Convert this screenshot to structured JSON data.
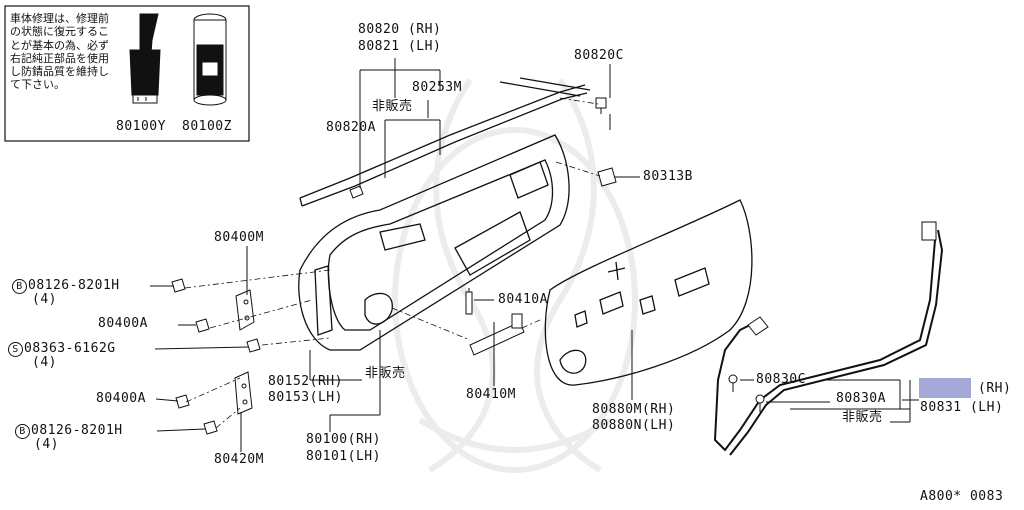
{
  "notice_box": {
    "text": "車体修理は、修理前の状態に復元することが基本の為、必ず右記純正部品を使用し防錆品質を維持して下さい。",
    "part_left": "80100Y",
    "part_right": "80100Z"
  },
  "labels": {
    "p80820_rh": "80820 (RH)",
    "p80821_lh": "80821 (LH)",
    "p80253m": "80253M",
    "not_sold_top": "非販売",
    "p80820a": "80820A",
    "p80820c": "80820C",
    "p80313b": "80313B",
    "p80400m": "80400M",
    "bolt1_symbol": "B",
    "bolt1_code": "08126-8201H",
    "bolt1_qty": "(4)",
    "p80400a_upper": "80400A",
    "screw_symbol": "S",
    "screw_code": "08363-6162G",
    "screw_qty": "(4)",
    "p80400a_lower": "80400A",
    "bolt2_symbol": "B",
    "bolt2_code": "08126-8201H",
    "bolt2_qty": "(4)",
    "p80420m": "80420M",
    "p80152_rh": "80152(RH)",
    "p80153_lh": "80153(LH)",
    "not_sold_mid": "非販売",
    "p80100_rh": "80100(RH)",
    "p80101_lh": "80101(LH)",
    "p80410a": "80410A",
    "p80410m": "80410M",
    "p80880m_rh": "80880M(RH)",
    "p80880n_lh": "80880N(LH)",
    "p80830c": "80830C",
    "p80830a": "80830A",
    "not_sold_right": "非販売",
    "rh_suffix": "(RH)",
    "p80831_lh": "80831 (LH)",
    "diagram_code": "A800* 0083"
  },
  "colors": {
    "highlight": "#a4a9d8",
    "line": "#111111",
    "watermark": "#ececec"
  }
}
